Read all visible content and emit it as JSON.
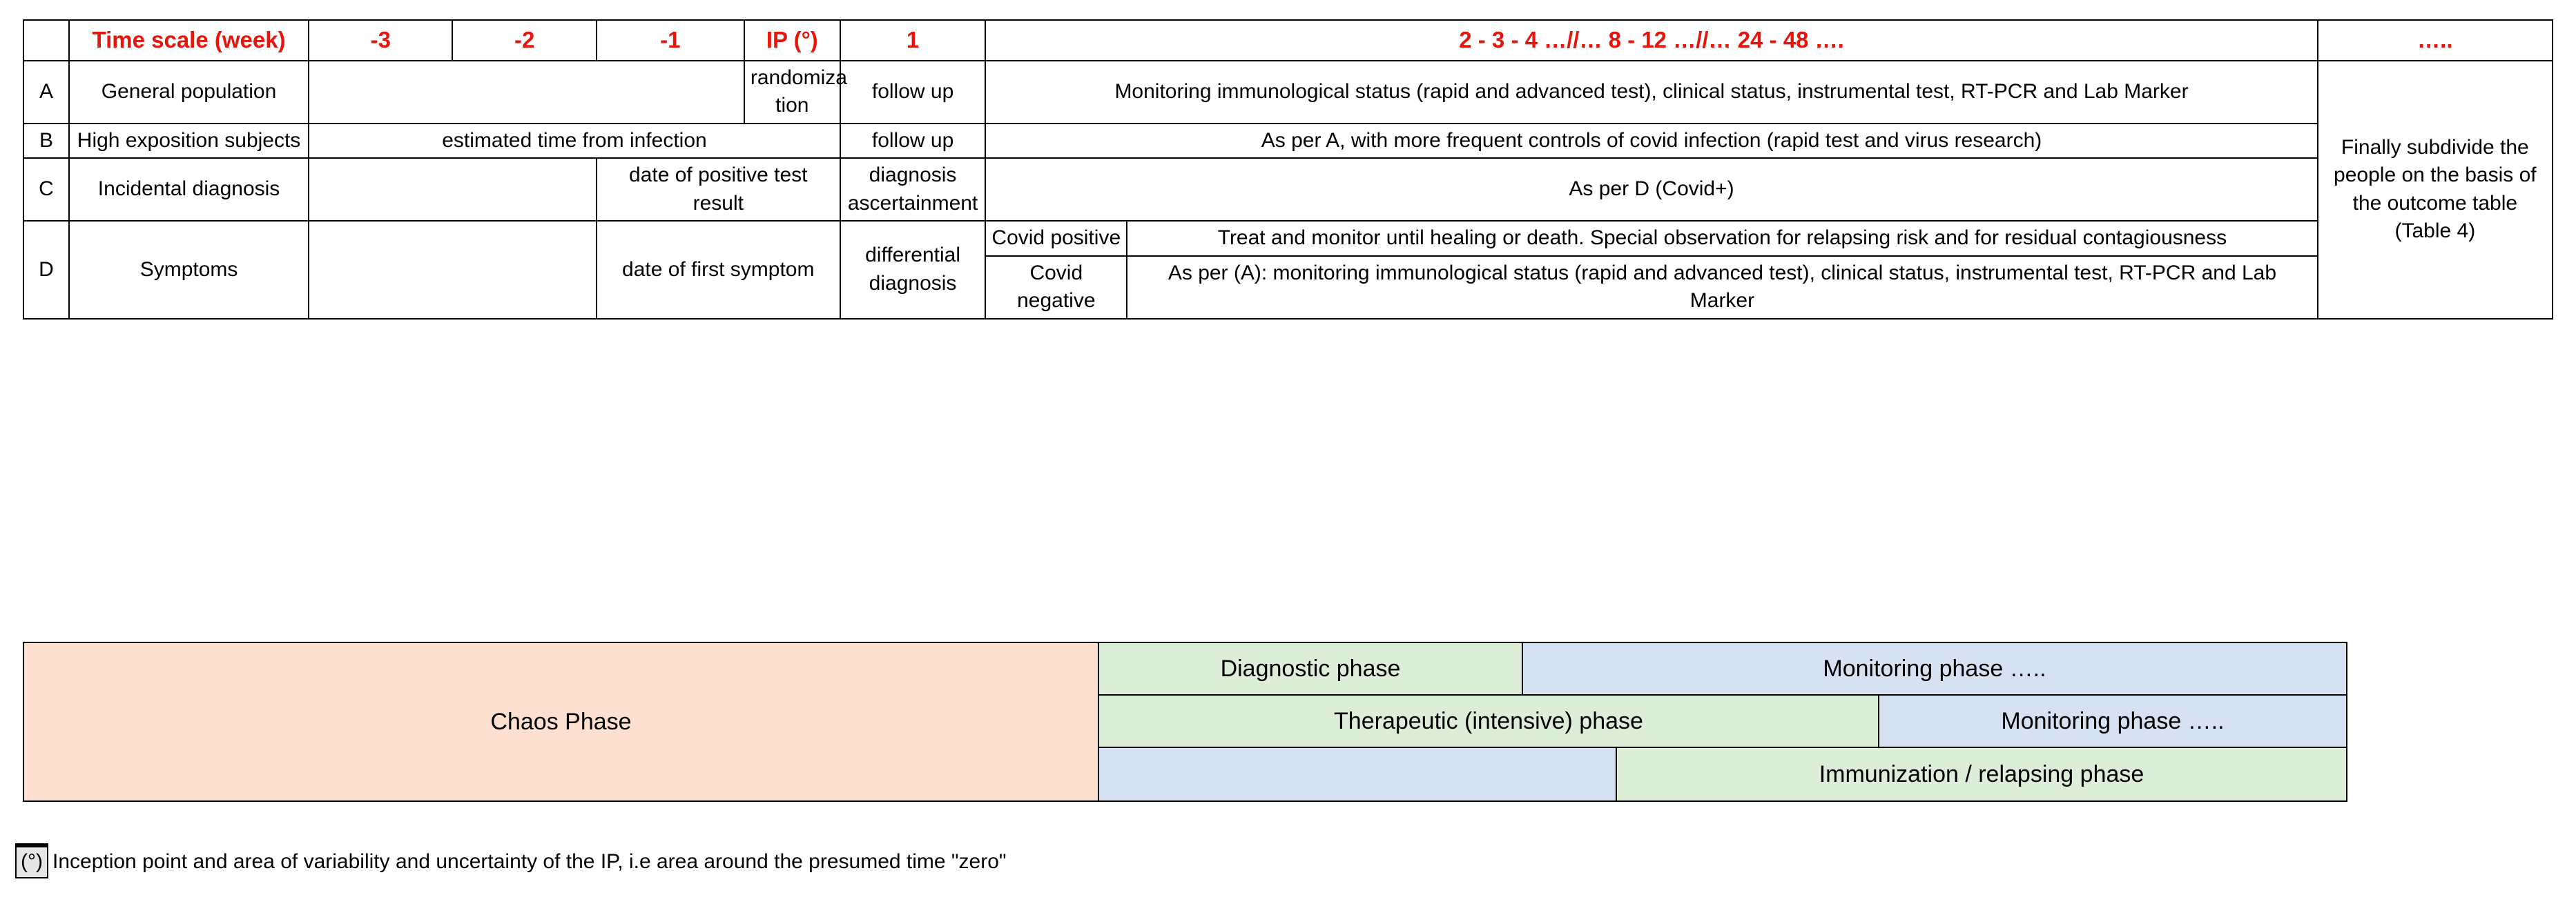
{
  "table": {
    "header": {
      "label_col": "",
      "time_scale": "Time scale (week)",
      "weeks": [
        "-3",
        "-2",
        "-1"
      ],
      "ip": "IP (°)",
      "week1": "1",
      "later": "2 - 3 - 4    …//…   8 - 12    …//…   24 - 48  ….",
      "last": "….."
    },
    "rows": [
      {
        "key": "A",
        "group": "General  population",
        "pre_ip_note": "",
        "ip_note": "randomiza tion",
        "week1": "follow up",
        "action": "Monitoring immunological status (rapid and advanced test), clinical status, instrumental test, RT-PCR and Lab Marker"
      },
      {
        "key": "B",
        "group": "High exposition subjects",
        "pre_ip_note": "estimated time from infection",
        "ip_note": "",
        "week1": "follow up",
        "action": "As per A, with more frequent controls of covid infection (rapid test and virus research)"
      },
      {
        "key": "C",
        "group": "Incidental diagnosis",
        "pre_ip_note": "",
        "ip_note": "date of positive test result",
        "week1": "diagnosis ascertainment",
        "action": "As per D (Covid+)"
      },
      {
        "key": "D",
        "group": "Symptoms",
        "pre_ip_note": "",
        "ip_note": "date of first symptom",
        "week1": "differential diagnosis",
        "sub": [
          {
            "status": "Covid positive",
            "action": "Treat and monitor until healing or death. Special observation for relapsing risk and for residual contagiousness"
          },
          {
            "status": "Covid negative",
            "action": "As per (A): monitoring immunological status (rapid and advanced test), clinical status, instrumental test, RT-PCR and Lab Marker"
          }
        ]
      }
    ],
    "outcome_note": "Finally subdivide the people on the basis of the outcome table (Table 4)"
  },
  "phases": {
    "chaos": "Chaos Phase",
    "row1": [
      "Diagnostic phase",
      "Monitoring phase ….."
    ],
    "row2": [
      "Therapeutic (intensive) phase",
      "Monitoring phase ….."
    ],
    "row3": [
      "",
      "Immunization / relapsing phase"
    ]
  },
  "footnote": {
    "marker": "(°)",
    "text": "Inception point and area of variability and uncertainty of the IP, i.e area around the presumed time \"zero\""
  },
  "colors": {
    "header_red": "#e8150c",
    "gray_fill": "#e6e6e6",
    "chaos_fill": "#fde0cf",
    "green_fill": "#ddeed8",
    "blue_fill": "#d6e1f2"
  }
}
